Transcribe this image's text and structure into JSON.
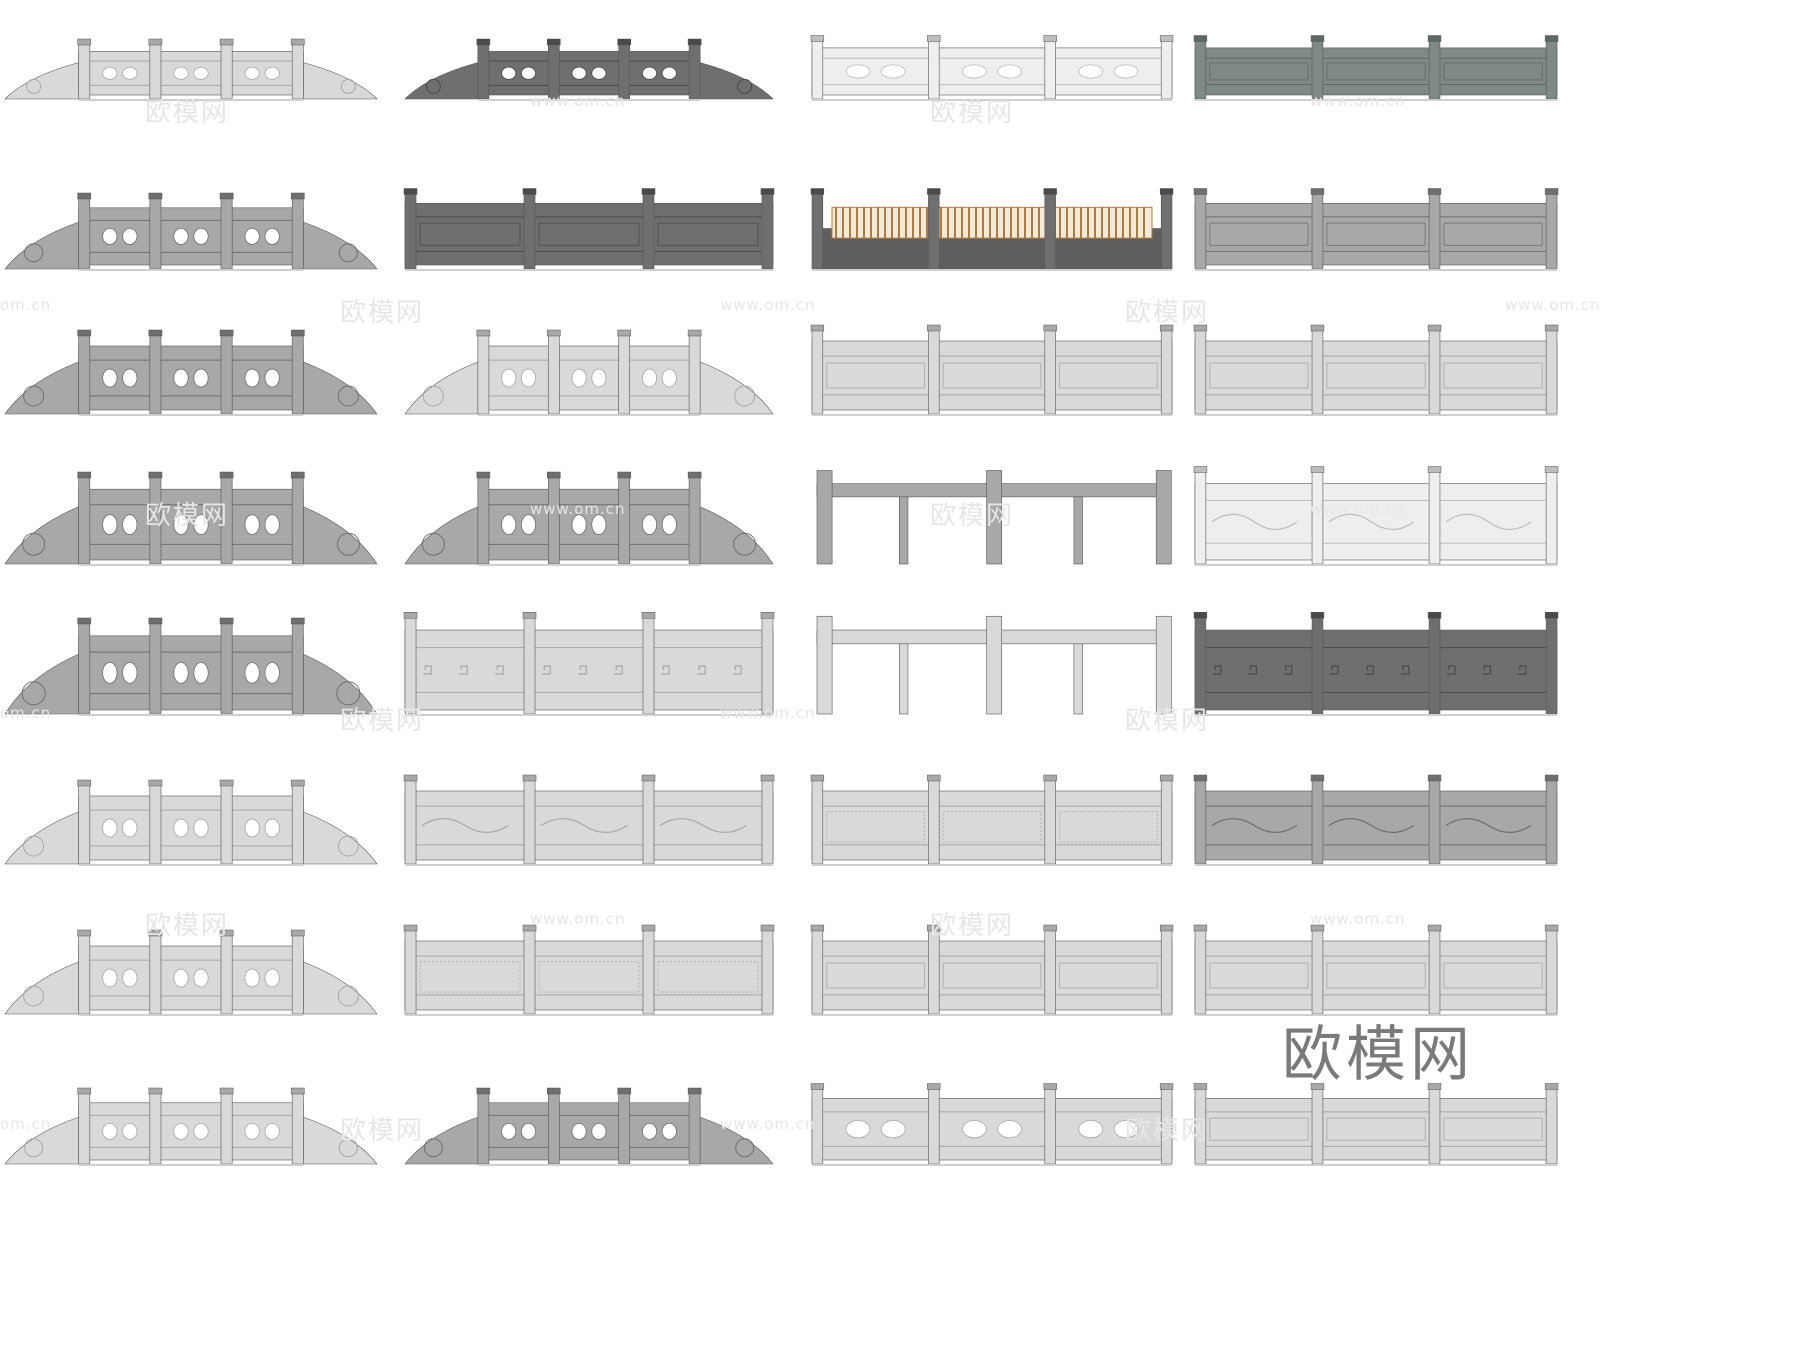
{
  "brand_watermark": "欧模网",
  "watermark_text_cn": "欧模网",
  "watermark_text_url": "www.om.cn",
  "watermark_text_url_cut": "om.cn",
  "colors": {
    "background": "#ffffff",
    "stone_light": "#d9d9d9",
    "stone_mid": "#a8a8a8",
    "stone_dark": "#6f6f6f",
    "stone_greygreen": "#7f8a84",
    "wood": "#b07a3c",
    "outline": "#555555"
  },
  "railings": [
    {
      "id": "r1c1",
      "style": "cloud",
      "tone": "light"
    },
    {
      "id": "r1c2",
      "style": "cloud",
      "tone": "dark"
    },
    {
      "id": "r1c3",
      "style": "panel-holes",
      "tone": "white"
    },
    {
      "id": "r1c4",
      "style": "flat",
      "tone": "greygreen"
    },
    {
      "id": "r2c1",
      "style": "cloud",
      "tone": "mid"
    },
    {
      "id": "r2c2",
      "style": "post-rail",
      "tone": "dark"
    },
    {
      "id": "r2c3",
      "style": "wood",
      "tone": "mixed"
    },
    {
      "id": "r2c4",
      "style": "post-rail",
      "tone": "mid"
    },
    {
      "id": "r3c1",
      "style": "cloud",
      "tone": "mid"
    },
    {
      "id": "r3c2",
      "style": "cloud",
      "tone": "light"
    },
    {
      "id": "r3c3",
      "style": "post-rail",
      "tone": "light"
    },
    {
      "id": "r3c4",
      "style": "post-rail",
      "tone": "light"
    },
    {
      "id": "r4c1",
      "style": "cloud",
      "tone": "mid"
    },
    {
      "id": "r4c2",
      "style": "cloud",
      "tone": "mid"
    },
    {
      "id": "r4c3",
      "style": "pillars",
      "tone": "mid"
    },
    {
      "id": "r4c4",
      "style": "carved",
      "tone": "white"
    },
    {
      "id": "r5c1",
      "style": "cloud",
      "tone": "mid"
    },
    {
      "id": "r5c2",
      "style": "fret",
      "tone": "light"
    },
    {
      "id": "r5c3",
      "style": "pillars",
      "tone": "light"
    },
    {
      "id": "r5c4",
      "style": "fret",
      "tone": "dark"
    },
    {
      "id": "r6c1",
      "style": "cloud",
      "tone": "light"
    },
    {
      "id": "r6c2",
      "style": "carved",
      "tone": "light"
    },
    {
      "id": "r6c3",
      "style": "lattice",
      "tone": "light"
    },
    {
      "id": "r6c4",
      "style": "carved",
      "tone": "mid"
    },
    {
      "id": "r7c1",
      "style": "cloud",
      "tone": "light"
    },
    {
      "id": "r7c2",
      "style": "lattice",
      "tone": "light"
    },
    {
      "id": "r7c3",
      "style": "post-rail",
      "tone": "light"
    },
    {
      "id": "r7c4",
      "style": "flat",
      "tone": "light"
    },
    {
      "id": "r8c1",
      "style": "cloud",
      "tone": "light"
    },
    {
      "id": "r8c2",
      "style": "cloud",
      "tone": "mid"
    },
    {
      "id": "r8c3",
      "style": "panel-holes",
      "tone": "light"
    },
    {
      "id": "r8c4",
      "style": "post-rail",
      "tone": "light"
    }
  ]
}
